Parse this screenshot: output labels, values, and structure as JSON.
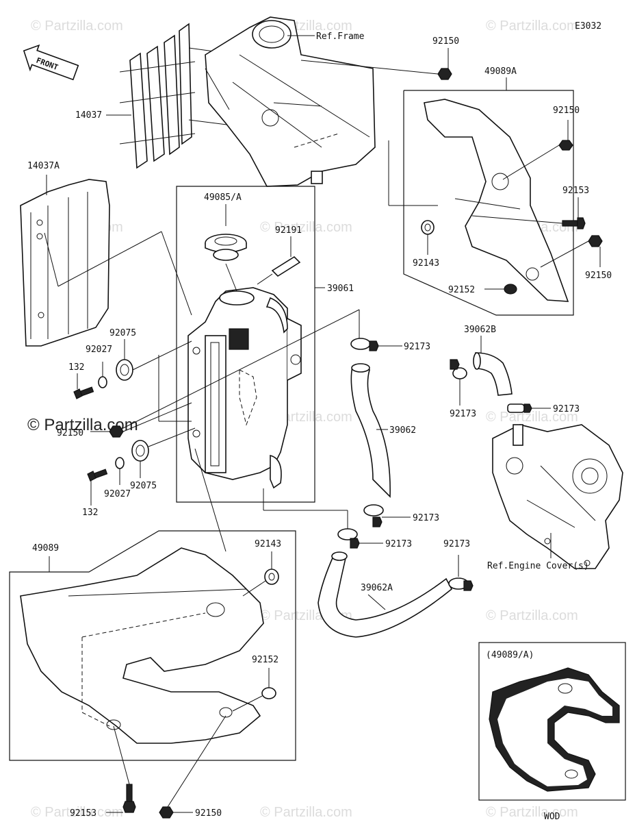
{
  "diagram": {
    "code": "E3032",
    "front_label": "FRONT",
    "watermark": "© Partzilla.com",
    "ref_frame": "Ref.Frame",
    "ref_engine_cover": "Ref.Engine Cover(s)",
    "inset_title": "(49089/A)",
    "inset_caption": "WOD",
    "labels": {
      "p14037": "14037",
      "p14037A": "14037A",
      "p49085A": "49085/A",
      "p92191": "92191",
      "p39061": "39061",
      "p92075a": "92075",
      "p92027a": "92027",
      "p132a": "132",
      "p92150c": "92150",
      "p92075b": "92075",
      "p92027b": "92027",
      "p132b": "132",
      "p92150a": "92150",
      "p49089A": "49089A",
      "p92150b": "92150",
      "p92153a": "92153",
      "p92143a": "92143",
      "p92152a": "92152",
      "p92150d": "92150",
      "p92173a": "92173",
      "p39062B": "39062B",
      "p92173b": "92173",
      "p92173c": "92173",
      "p39062": "39062",
      "p92173d": "92173",
      "p92173e": "92173",
      "p92173f": "92173",
      "p39062A": "39062A",
      "p49089": "49089",
      "p92143b": "92143",
      "p92152b": "92152",
      "p92153b": "92153",
      "p92150e": "92150"
    }
  }
}
